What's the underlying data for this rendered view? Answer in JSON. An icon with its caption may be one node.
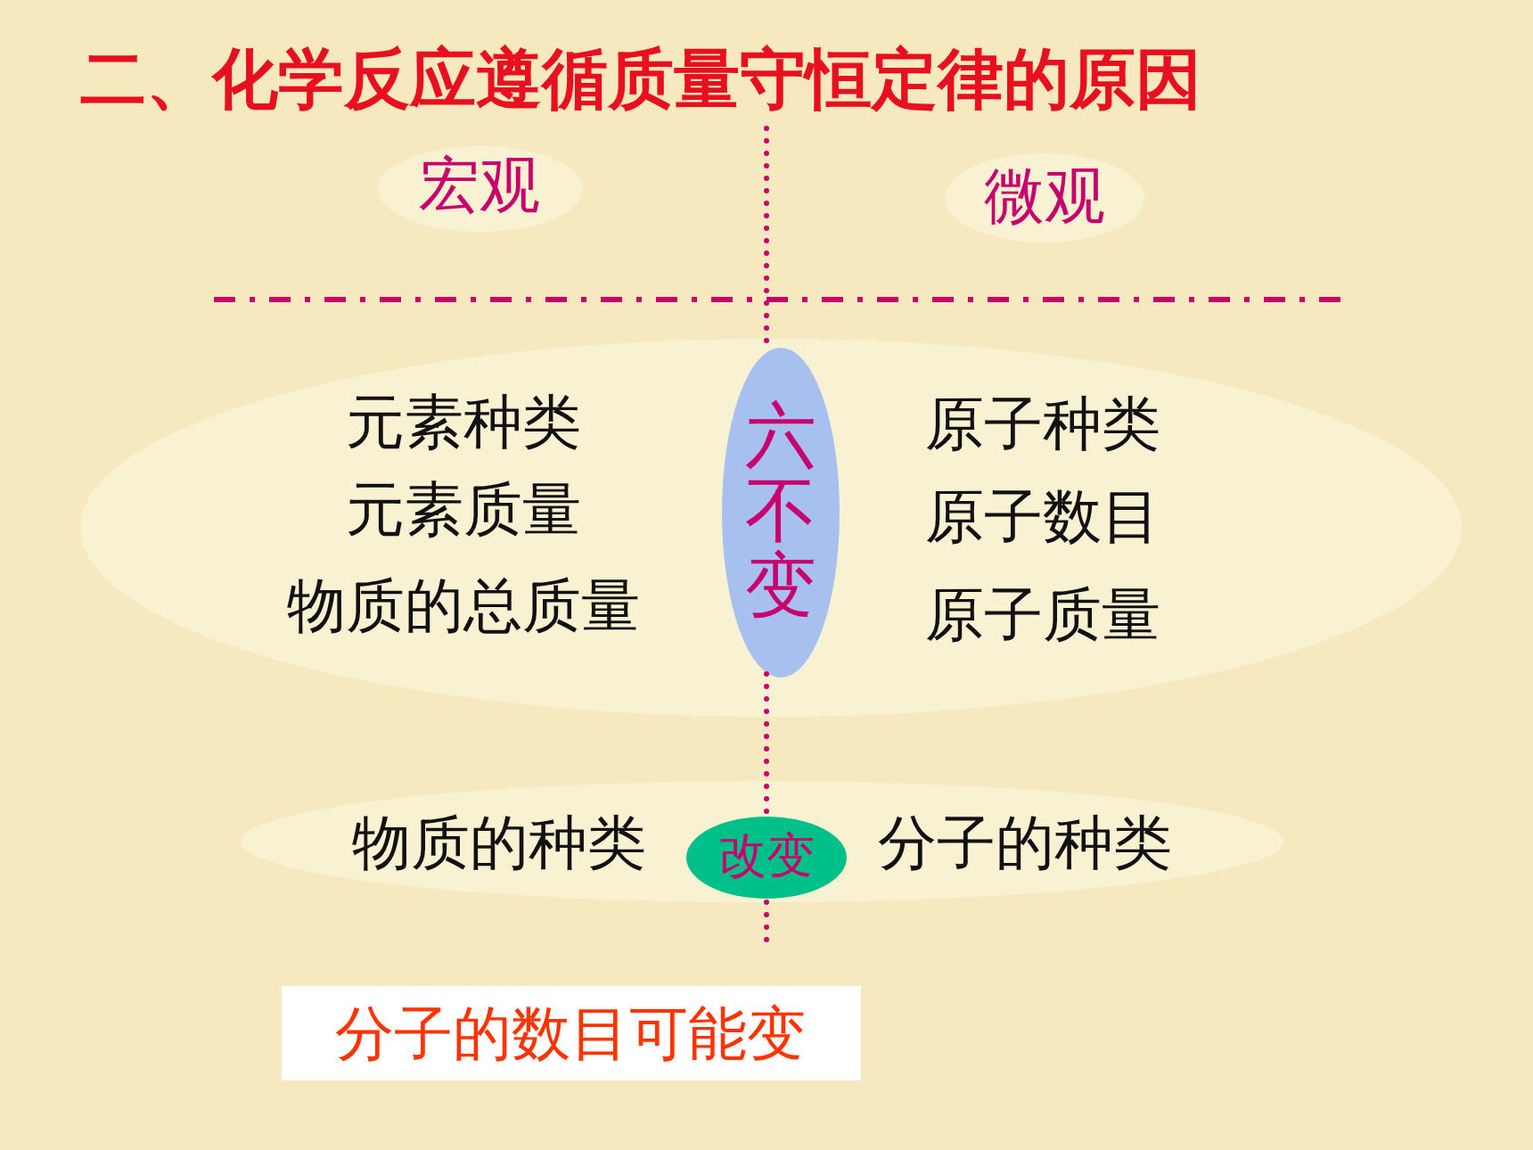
{
  "diagram": {
    "title": "二、化学反应遵循质量守恒定律的原因",
    "nodes": [
      {
        "text": [
          "宏观"
        ]
      },
      {
        "text": [
          "微观"
        ]
      },
      {
        "text": [
          "元素种类",
          "元素质量",
          "物质的总质量",
          "原子种类",
          "原子数目",
          "原子质量"
        ]
      },
      {
        "text": [
          "六不变"
        ],
        "in": 2
      },
      {
        "text": [
          "物质的种类",
          "分子的种类"
        ]
      },
      {
        "text": [
          "改变"
        ],
        "in": 4
      },
      {
        "text": [
          "分子的数目可能变"
        ]
      }
    ]
  }
}
